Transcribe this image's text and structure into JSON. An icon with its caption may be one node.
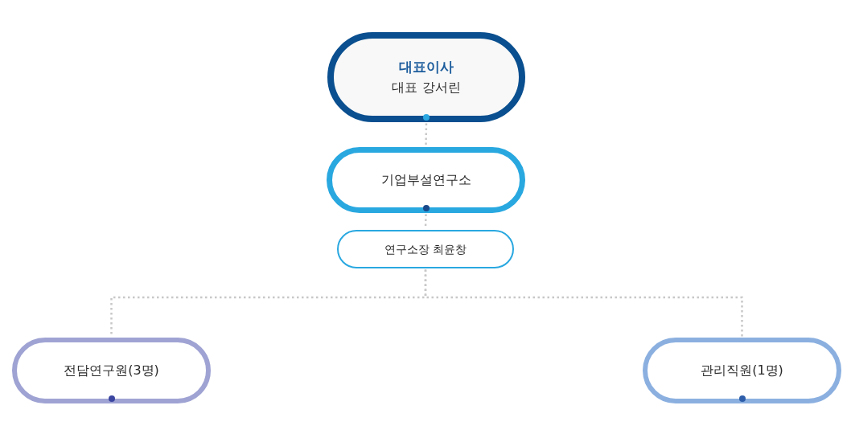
{
  "diagram": {
    "nodes": [
      {
        "text": [
          "대표이사",
          "대표 강서린"
        ]
      },
      {
        "text": [
          "기업부설연구소"
        ]
      },
      {
        "text": [
          "연구소장 최윤창"
        ]
      },
      {
        "text": [
          "전담연구원(3명)"
        ]
      },
      {
        "text": [
          "관리직원(1명)"
        ]
      }
    ],
    "edges": [
      {
        "from": 0,
        "to": 1,
        "arrow": "none"
      },
      {
        "from": 1,
        "to": 2,
        "arrow": "none"
      },
      {
        "from": 2,
        "to": 3,
        "arrow": "none"
      },
      {
        "from": 2,
        "to": 4,
        "arrow": "none"
      }
    ]
  }
}
